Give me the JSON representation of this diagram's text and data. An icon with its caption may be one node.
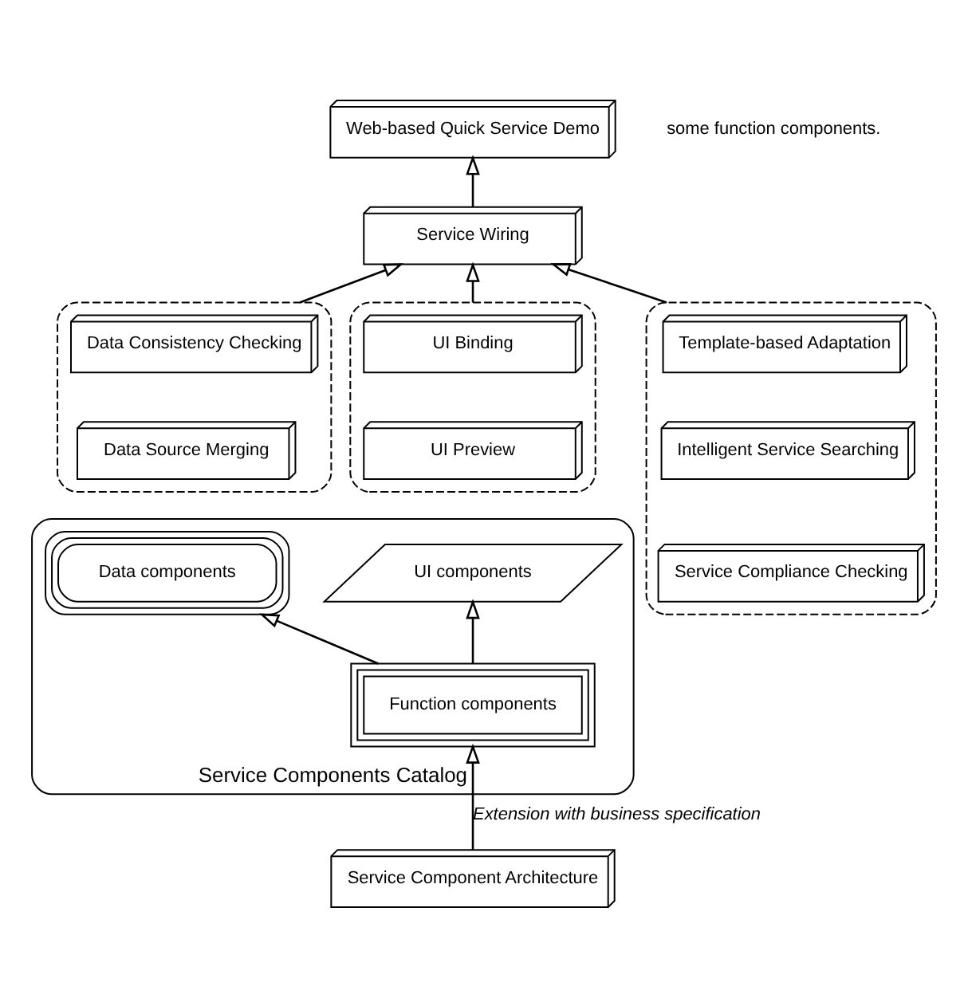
{
  "diagram": {
    "nodes": [
      {
        "text": [
          "Web-based Quick Service Demo"
        ]
      },
      {
        "text": [
          "Service Wiring"
        ]
      },
      {
        "text": [],
        "shape": "box"
      },
      {
        "text": [
          "Template-based Adaptation"
        ],
        "in": 2
      },
      {
        "text": [
          "Intelligent Service Searching"
        ],
        "in": 2
      },
      {
        "text": [
          "Service Compliance Checking"
        ],
        "in": 2
      },
      {
        "text": [],
        "shape": "box"
      },
      {
        "text": [
          "UI Binding"
        ],
        "in": 6
      },
      {
        "text": [
          "UI Preview"
        ],
        "in": 6
      },
      {
        "text": [],
        "shape": "box"
      },
      {
        "text": [
          "Data Consistency Checking"
        ],
        "in": 9
      },
      {
        "text": [
          "Data Source Merging"
        ],
        "in": 9
      },
      {
        "text": [
          "Service Components Catalog"
        ]
      },
      {
        "text": [
          "Function components"
        ],
        "in": 12
      },
      {
        "text": [
          "UI components"
        ],
        "in": 12
      },
      {
        "text": [
          "Data components"
        ],
        "in": 12
      },
      {
        "text": [
          "Service Component Architecture"
        ]
      }
    ],
    "edges": [
      {
        "from": 1,
        "to": 0,
        "arrow": "to"
      },
      {
        "from": 2,
        "to": 1,
        "arrow": "to"
      },
      {
        "from": 6,
        "to": 1,
        "arrow": "to"
      },
      {
        "from": 9,
        "to": 1,
        "arrow": "to"
      },
      {
        "from": 13,
        "to": 14,
        "arrow": "to"
      },
      {
        "from": 13,
        "to": 15,
        "arrow": "to"
      },
      {
        "from": 16,
        "to": 13,
        "arrow": "to",
        "label": "Extension with business specification"
      }
    ],
    "labels": [
      "some function components."
    ]
  }
}
